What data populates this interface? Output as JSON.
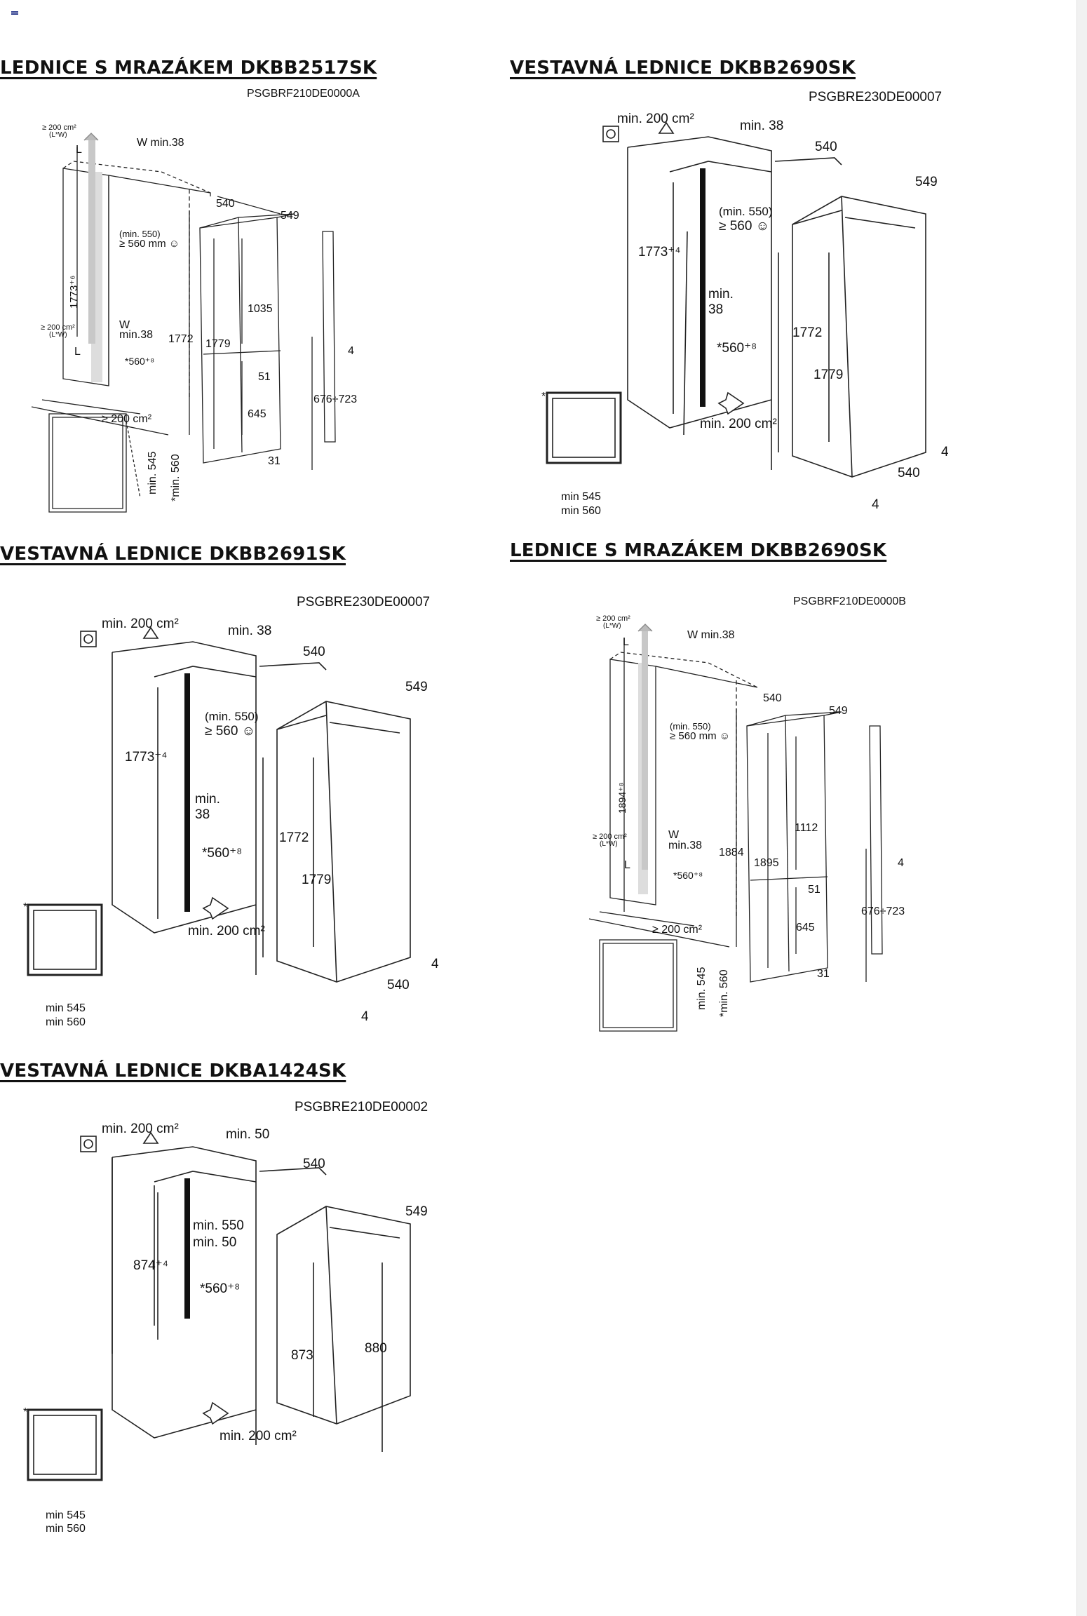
{
  "sections": [
    {
      "title": "LEDNICE S MRAZÁKEM DKBB2517SK",
      "code": "PSGBRF210DE0000A",
      "labels": {
        "vent_top": "≥ 200 cm²",
        "vent_top_sub": "(L*W)",
        "w_top": "W min.38",
        "l_top": "L",
        "d540": "540",
        "d549": "549",
        "door": "(min. 550)",
        "door2": "≥ 560 mm ☺",
        "h_niche": "1773⁺⁶",
        "vent_bot": "≥ 200 cm²",
        "vent_bot_sub": "(L*W)",
        "w_bot": "W",
        "wmin": "min.38",
        "l_bot": "L",
        "d560": "*560⁺⁸",
        "h1772": "1772",
        "h1779": "1779",
        "h1035": "1035",
        "d51": "51",
        "d645": "645",
        "d31": "31",
        "d4": "4",
        "hinge": "676÷723",
        "vent_floor": "≥ 200 cm²",
        "min545": "min. 545",
        "min560": "*min. 560"
      }
    },
    {
      "title": "VESTAVNÁ LEDNICE DKBB2690SK",
      "code": "PSGBRE230DE00007",
      "labels": {
        "vent_top": "min. 200 cm²",
        "min38_top": "min. 38",
        "d540": "540",
        "d549": "549",
        "door": "(min. 550)",
        "door2": "≥ 560 ☺",
        "h_niche": "1773⁺⁴",
        "min38": "min.",
        "min38b": "38",
        "d560": "*560⁺⁸",
        "h1772": "1772",
        "h1779": "1779",
        "vent_bot": "min. 200 cm²",
        "d540b": "540",
        "d4a": "4",
        "d4b": "4",
        "star": "*",
        "min545": "min 545",
        "min560": "min 560"
      }
    },
    {
      "title": "VESTAVNÁ LEDNICE DKBB2691SK",
      "code": "PSGBRE230DE00007",
      "labels": {
        "vent_top": "min. 200 cm²",
        "min38_top": "min. 38",
        "d540": "540",
        "d549": "549",
        "door": "(min. 550)",
        "door2": "≥ 560 ☺",
        "h_niche": "1773⁺⁴",
        "min38": "min.",
        "min38b": "38",
        "d560": "*560⁺⁸",
        "h1772": "1772",
        "h1779": "1779",
        "vent_bot": "min. 200 cm²",
        "d540b": "540",
        "d4a": "4",
        "d4b": "4",
        "star": "*",
        "min545": "min 545",
        "min560": "min 560"
      }
    },
    {
      "title": "LEDNICE S MRAZÁKEM DKBB2690SK",
      "code": "PSGBRF210DE0000B",
      "labels": {
        "vent_top": "≥ 200 cm²",
        "vent_top_sub": "(L*W)",
        "w_top": "W min.38",
        "l_top": "L",
        "d540": "540",
        "d549": "549",
        "door": "(min. 550)",
        "door2": "≥ 560 mm ☺",
        "h_niche": "1894⁺⁸",
        "vent_bot": "≥ 200 cm²",
        "vent_bot_sub": "(L*W)",
        "w_bot": "W",
        "wmin": "min.38",
        "l_bot": "L",
        "d560": "*560⁺⁸",
        "h1772": "1884",
        "h1779": "1895",
        "h1035": "1112",
        "d51": "51",
        "d645": "645",
        "d31": "31",
        "d4": "4",
        "hinge": "676÷723",
        "vent_floor": "≥ 200 cm²",
        "min545": "min. 545",
        "min560": "*min. 560"
      }
    },
    {
      "title": "VESTAVNÁ LEDNICE DKBA1424SK",
      "code": "PSGBRE210DE00002",
      "labels": {
        "vent_top": "min. 200 cm²",
        "min50_top": "min. 50",
        "d540": "540",
        "d549": "549",
        "min550": "min. 550",
        "min50": "min. 50",
        "h_niche": "874⁺⁴",
        "d560": "*560⁺⁸",
        "h873": "873",
        "h880": "880",
        "vent_bot": "min. 200 cm²",
        "star": "*",
        "min545": "min 545",
        "min560": "min 560"
      }
    }
  ]
}
